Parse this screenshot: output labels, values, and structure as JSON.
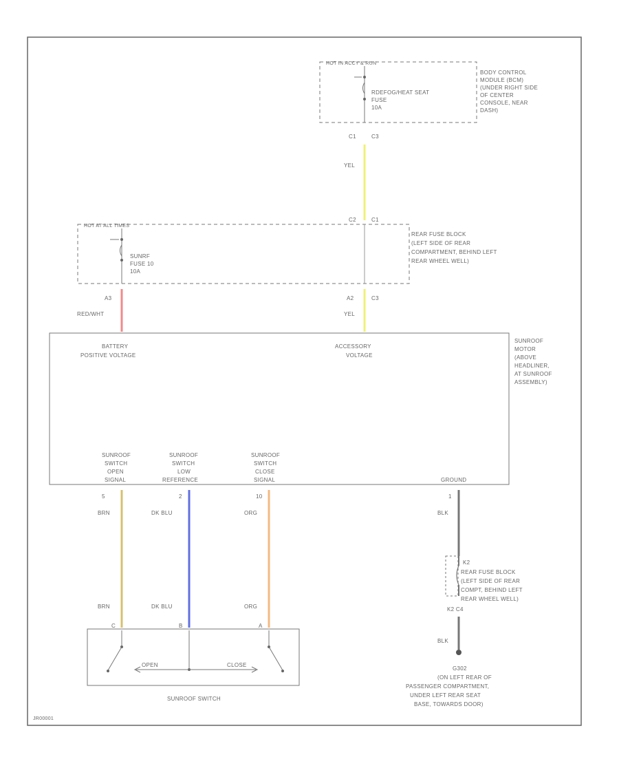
{
  "diagram_id": "JR00001",
  "bcm": {
    "header": "HOT IN ACCY & RUN",
    "fuse_label": [
      "RDEFOG/HEAT SEAT",
      "FUSE",
      "10A"
    ],
    "description": [
      "BODY CONTROL",
      "MODULE (BCM)",
      "(UNDER RIGHT SIDE",
      "OF CENTER",
      "CONSOLE, NEAR",
      "DASH)"
    ],
    "pin_a": "C1",
    "pin_b": "C3"
  },
  "wires": {
    "acc_color": "YEL",
    "batt_color": "RED/WHT",
    "open_color": "BRN",
    "low_ref_color": "DK BLU",
    "close_color": "ORG",
    "ground_color": "BLK"
  },
  "rfb": {
    "header": "HOT AT ALL TIMES",
    "fuse_label": [
      "SUNRF",
      "FUSE 10",
      "10A"
    ],
    "description": [
      "REAR FUSE BLOCK",
      "(LEFT SIDE OF REAR",
      "COMPARTMENT, BEHIND LEFT",
      "REAR WHEEL WELL)"
    ],
    "top_pin_a": "C2",
    "top_pin_b": "C1",
    "batt_pin": "A3",
    "acc_pin_a": "A2",
    "acc_pin_b": "C3"
  },
  "motor": {
    "battery_label": [
      "BATTERY",
      "POSITIVE VOLTAGE"
    ],
    "accessory_label": [
      "ACCESSORY",
      "VOLTAGE"
    ],
    "description": [
      "SUNROOF",
      "MOTOR",
      "(ABOVE",
      "HEADLINER,",
      "AT SUNROOF",
      "ASSEMBLY)"
    ],
    "open_label": [
      "SUNROOF",
      "SWITCH",
      "OPEN",
      "SIGNAL"
    ],
    "low_ref_label": [
      "SUNROOF",
      "SWITCH",
      "LOW",
      "REFERENCE"
    ],
    "close_label": [
      "SUNROOF",
      "SWITCH",
      "CLOSE",
      "SIGNAL"
    ],
    "ground_label": "GROUND",
    "open_pin": "5",
    "low_ref_pin": "2",
    "close_pin": "10",
    "ground_pin": "1"
  },
  "ground_block": {
    "pin_top": "K2",
    "pin_bottom": "K2 C4",
    "description": [
      "REAR FUSE BLOCK",
      "(LEFT SIDE OF REAR",
      "COMPT, BEHIND LEFT",
      "REAR WHEEL WELL)"
    ]
  },
  "ground_point": {
    "description": [
      "G302",
      "(ON LEFT REAR OF",
      "PASSENGER COMPARTMENT,",
      "UNDER LEFT REAR SEAT",
      "BASE, TOWARDS DOOR)"
    ]
  },
  "switch": {
    "title": "SUNROOF SWITCH",
    "pin_c": "C",
    "pin_b": "B",
    "pin_a": "A",
    "open_text": "OPEN",
    "close_text": "CLOSE"
  },
  "colors": {
    "yellow": "#f0f07a",
    "red": "#f08a8a",
    "tan": "#d8c070",
    "blue": "#6070e0",
    "orange": "#f4b880",
    "line": "#777777"
  }
}
